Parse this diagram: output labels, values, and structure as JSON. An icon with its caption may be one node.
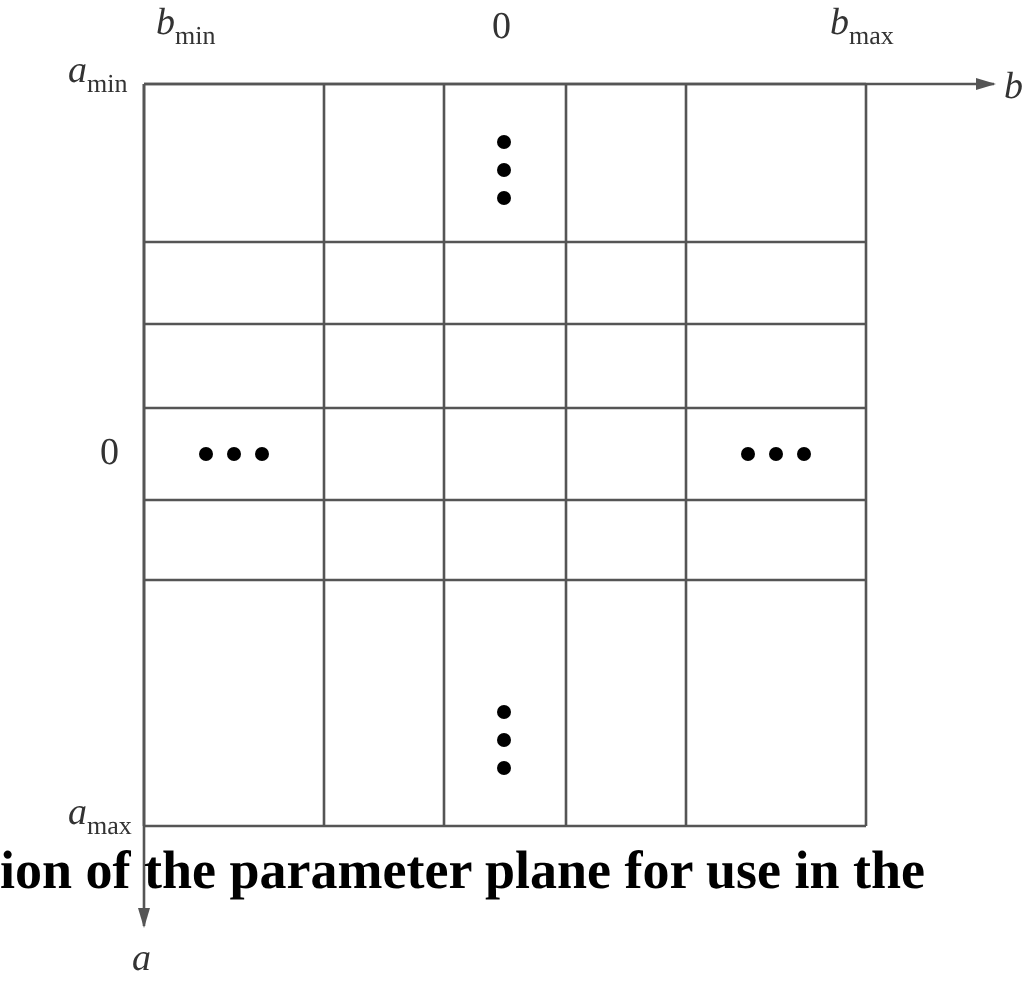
{
  "diagram": {
    "caption": "ion of the parameter plane for use in the",
    "labels": [
      "*a*$_{min}$",
      "*b*$_{min}$",
      "0",
      "*b*$_{max}$",
      "*b*",
      "0",
      "*a*$_{max}$",
      "*a*"
    ]
  }
}
